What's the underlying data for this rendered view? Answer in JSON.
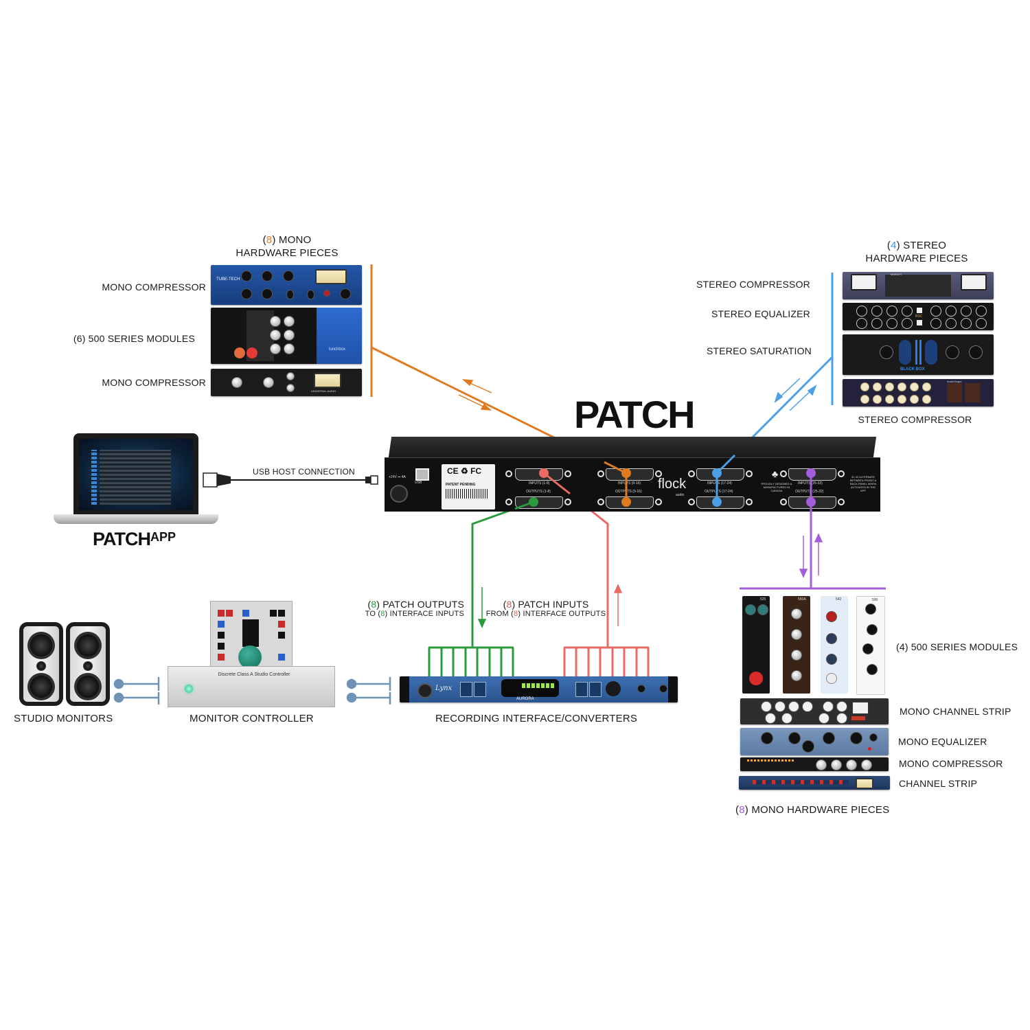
{
  "title": "PATCH",
  "app_label": "PATCH",
  "app_label_suffix": "APP",
  "colors": {
    "mono_top": "#e07a1f",
    "stereo": "#4a9fe6",
    "outputs": "#2a9a3c",
    "inputs": "#e86a62",
    "mono_bottom": "#a45ddb",
    "monitor_link": "#6f93b5"
  },
  "mono_group_top": {
    "count": "8",
    "header_line1": "MONO",
    "header_line2": "HARDWARE PIECES",
    "items": [
      {
        "label": "MONO COMPRESSOR",
        "brand": "TUBE-TECH"
      },
      {
        "label": "(6) 500 SERIES MODULES",
        "brand": "lunchbox"
      },
      {
        "label": "MONO COMPRESSOR",
        "brand": "UNIVERSAL AUDIO"
      }
    ]
  },
  "stereo_group": {
    "count": "4",
    "header_line1": "STEREO",
    "header_line2": "HARDWARE PIECES",
    "items": [
      {
        "label": "STEREO COMPRESSOR",
        "brand": "MANLEY"
      },
      {
        "label": "STEREO EQUALIZER",
        "brand": "BSC"
      },
      {
        "label": "STEREO SATURATION",
        "brand": "BLACK BOX"
      },
      {
        "label": "STEREO COMPRESSOR",
        "brand": "AudioScape"
      }
    ]
  },
  "patch_unit": {
    "brand": "flock",
    "brand_sub": "audio",
    "power": "+24V ⎓ 4A",
    "usb": "USB",
    "cert_marks": "CE ♻ FC",
    "patent": "PATENT PENDING",
    "made_in": "PROUDLY DESIGNED & MANUFACTURED IN CANADA",
    "note": "31-32 ALTERNATE BETWEEN FRONT & BACK PANEL WHEN ACTIVATED IN THE APP",
    "ports": [
      {
        "top": "INPUTS (1-8)",
        "bottom": "OUTPUTS (1-8)"
      },
      {
        "top": "INPUTS (9-16)",
        "bottom": "OUTPUTS (9-16)"
      },
      {
        "top": "INPUTS (17-24)",
        "bottom": "OUTPUTS (17-24)"
      },
      {
        "top": "INPUTS (25-32)",
        "bottom": "OUTPUTS (25-32)"
      }
    ]
  },
  "usb_connection": "USB HOST CONNECTION",
  "patch_outputs": {
    "count": "8",
    "title": "PATCH OUTPUTS",
    "sub_prefix": "TO (",
    "sub_count": "8",
    "sub_suffix": ") INTERFACE INPUTS"
  },
  "patch_inputs": {
    "count": "8",
    "title": "PATCH INPUTS",
    "sub_prefix": "FROM (",
    "sub_count": "8",
    "sub_suffix": ") INTERFACE OUTPUTS"
  },
  "bottom_row": {
    "monitors": "STUDIO MONITORS",
    "controller": "MONITOR CONTROLLER",
    "controller_text": "Discrete Class A Studio Controller",
    "interface": "RECORDING INTERFACE/CONVERTERS",
    "interface_brand": "Lynx",
    "interface_model": "AURORA"
  },
  "mono_group_bottom": {
    "count": "8",
    "footer": "MONO HARDWARE PIECES",
    "modules_label": "(4) 500 SERIES MODULES",
    "module_names": [
      "525",
      "550A",
      "542",
      "500"
    ],
    "items": [
      {
        "label": "MONO CHANNEL STRIP"
      },
      {
        "label": "MONO EQUALIZER"
      },
      {
        "label": "MONO COMPRESSOR"
      },
      {
        "label": "CHANNEL STRIP"
      }
    ]
  }
}
